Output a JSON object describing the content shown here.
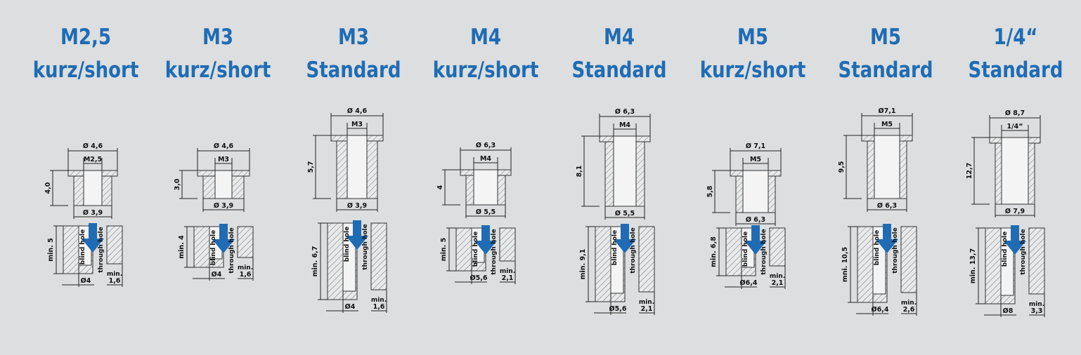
{
  "colors": {
    "title": "#1f6cb5",
    "arrow": "#1f6cb5",
    "background": "#dcdedf"
  },
  "hole_labels": {
    "blind": "blind hole",
    "through": "through hole"
  },
  "inserts": [
    {
      "size": "M2,5",
      "type": "kurz/short",
      "outer_diameter": "Ø 4,6",
      "thread": "M2,5",
      "height": "4,0",
      "pilot_diameter": "Ø 3,9",
      "min_depth": "min. 5",
      "hole_diameter": "Ø4",
      "min_wall": "min.",
      "min_wall_value": "1,6"
    },
    {
      "size": "M3",
      "type": "kurz/short",
      "outer_diameter": "Ø 4,6",
      "thread": "M3",
      "height": "3,0",
      "pilot_diameter": "Ø 3,9",
      "min_depth": "min. 4",
      "hole_diameter": "Ø4",
      "min_wall": "min.",
      "min_wall_value": "1,6"
    },
    {
      "size": "M3",
      "type": "Standard",
      "outer_diameter": "Ø 4,6",
      "thread": "M3",
      "height": "5,7",
      "pilot_diameter": "Ø 3,9",
      "min_depth": "min. 6,7",
      "hole_diameter": "Ø4",
      "min_wall": "min.",
      "min_wall_value": "1,6"
    },
    {
      "size": "M4",
      "type": "kurz/short",
      "outer_diameter": "Ø 6,3",
      "thread": "M4",
      "height": "4",
      "pilot_diameter": "Ø 5,5",
      "min_depth": "min. 5",
      "hole_diameter": "Ø5,6",
      "min_wall": "min.",
      "min_wall_value": "2,1"
    },
    {
      "size": "M4",
      "type": "Standard",
      "outer_diameter": "Ø 6,3",
      "thread": "M4",
      "height": "8,1",
      "pilot_diameter": "Ø 5,5",
      "min_depth": "min. 9,1",
      "hole_diameter": "Ø5,6",
      "min_wall": "min.",
      "min_wall_value": "2,1"
    },
    {
      "size": "M5",
      "type": "kurz/short",
      "outer_diameter": "Ø 7,1",
      "thread": "M5",
      "height": "5,8",
      "pilot_diameter": "Ø 6,3",
      "min_depth": "min. 6,8",
      "hole_diameter": "Ø6,4",
      "min_wall": "min.",
      "min_wall_value": "2,1"
    },
    {
      "size": "M5",
      "type": "Standard",
      "outer_diameter": "Ø7,1",
      "thread": "M5",
      "height": "9,5",
      "pilot_diameter": "Ø 6,3",
      "min_depth": "mni. 10,5",
      "hole_diameter": "Ø6,4",
      "min_wall": "min.",
      "min_wall_value": "2,6"
    },
    {
      "size": "1/4“",
      "type": "Standard",
      "outer_diameter": "Ø 8,7",
      "thread": "1/4“",
      "height": "12,7",
      "pilot_diameter": "Ø 7,9",
      "min_depth": "min. 13,7",
      "hole_diameter": "Ø8",
      "min_wall": "min.",
      "min_wall_value": "3,3"
    }
  ]
}
